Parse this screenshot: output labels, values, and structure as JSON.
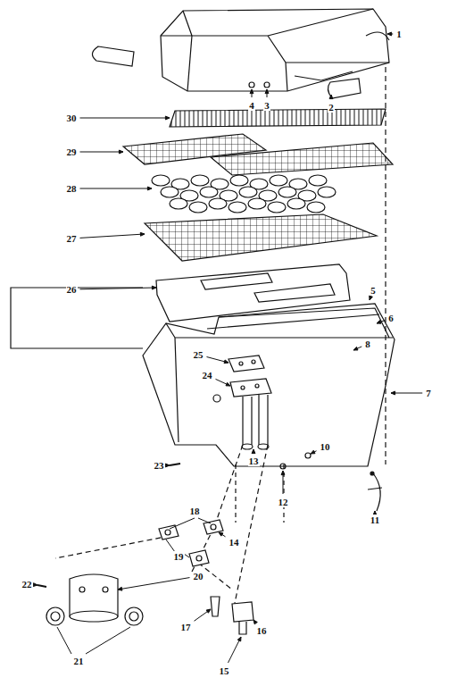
{
  "diagram": {
    "labels": [
      "1",
      "2",
      "3",
      "4",
      "30",
      "29",
      "28",
      "27",
      "26",
      "5",
      "6",
      "8",
      "7",
      "25",
      "24",
      "23",
      "10",
      "13",
      "12",
      "11",
      "18",
      "19",
      "14",
      "20",
      "22",
      "17",
      "16",
      "15",
      "21"
    ]
  }
}
